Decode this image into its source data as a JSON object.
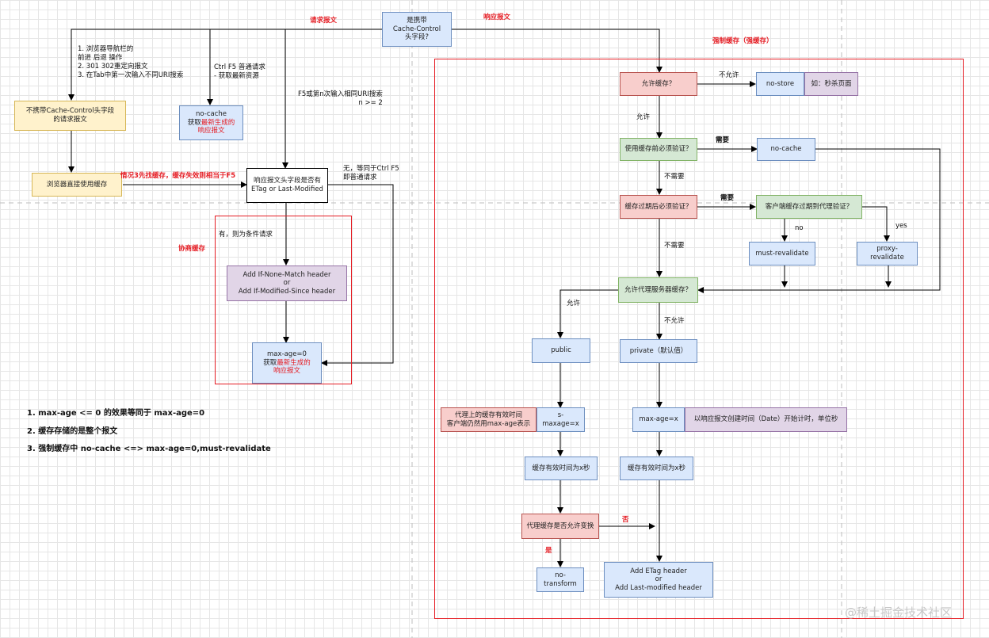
{
  "nodes": {
    "cache_control_q": "是携带\nCache-Control\n头字段?",
    "no_cc_request": "不携带Cache-Control头字段\n的请求报文",
    "browser_direct": "浏览器直接使用缓存",
    "no_cache_left": {
      "line1": "no-cache",
      "line2": "获取",
      "highlight": "最新",
      "line2b": "生成的\n响应报文"
    },
    "response_has_tag": "响应报文头字段是否有\nETag  or  Last-Modified",
    "add_if_none_match": "Add If-None-Match header\nor\nAdd If-Modified-Since header",
    "max_age_zero": {
      "line1": "max-age=0",
      "line2": "获取",
      "highlight": "最新",
      "line2b": "生成的\n响应报文"
    },
    "allow_cache": "允许缓存？",
    "no_store": "no-store",
    "no_store_note": "如：秒杀页面",
    "must_validate_before": "使用缓存前必须验证？",
    "no_cache_right": "no-cache",
    "must_validate_after": "缓存过期后必须验证？",
    "client_or_proxy": "客户端缓存过期到代理验证？",
    "must_revalidate": "must-revalidate",
    "proxy_revalidate": "proxy-revalidate",
    "allow_proxy_cache": "允许代理服务器缓存？",
    "public": "public",
    "private": "private（默认值）",
    "proxy_note": "代理上的缓存有效时间\n客户端仍然用max-age表示",
    "s_maxage": "s-maxage=x",
    "max_age_x": "max-age=x",
    "max_age_note": "以响应报文创建时间（Date）开始计时，单位秒",
    "valid_x_left": "缓存有效时间为x秒",
    "valid_x_right": "缓存有效时间为x秒",
    "proxy_transform": "代理缓存是否允许变换",
    "no_transform": "no-transform",
    "add_etag": "Add ETag header\nor\nAdd Last-modified header"
  },
  "labels": {
    "request": "请求报文",
    "response": "响应报文",
    "forced_cache": "强制缓存（强缓存）",
    "negotiated_cache": "协商缓存",
    "browser_cases": "1.    浏览器导航栏的\n       前进  后退  操作\n2.    301 302重定向报文\n3.    在Tab中第一次输入不同URI搜索",
    "ctrl_f5": "Ctrl F5 普通请求\n- 获取最新资源",
    "f5": "F5或第n次输入相同URI搜索\nn >= 2",
    "case3": "情况3先找缓存，缓存失效则相当于F5",
    "none_ctrl_f5": "无，等同于Ctrl F5\n即普通请求",
    "yes_conditional": "有，则为条件请求",
    "not_allow": "不允许",
    "allow": "允许",
    "need1": "需要",
    "not_need1": "不需要",
    "need2": "需要",
    "not_need2": "不需要",
    "no": "no",
    "yes": "yes",
    "allow2": "允许",
    "not_allow2": "不允许",
    "fou": "否",
    "shi": "是"
  },
  "notes": [
    "1.   max-age <= 0 的效果等同于 max-age=0",
    "2.  缓存存储的是整个报文",
    "3.  强制缓存中 no-cache <=> max-age=0,must-revalidate"
  ],
  "watermark": "@稀土掘金技术社区",
  "colors": {
    "frame_red": "#e51c23",
    "blue_fill": "#dae8fc",
    "yellow_fill": "#fff2cc",
    "green_fill": "#d5e8d4",
    "red_fill": "#f8cecc",
    "purple_fill": "#e1d5e7"
  }
}
